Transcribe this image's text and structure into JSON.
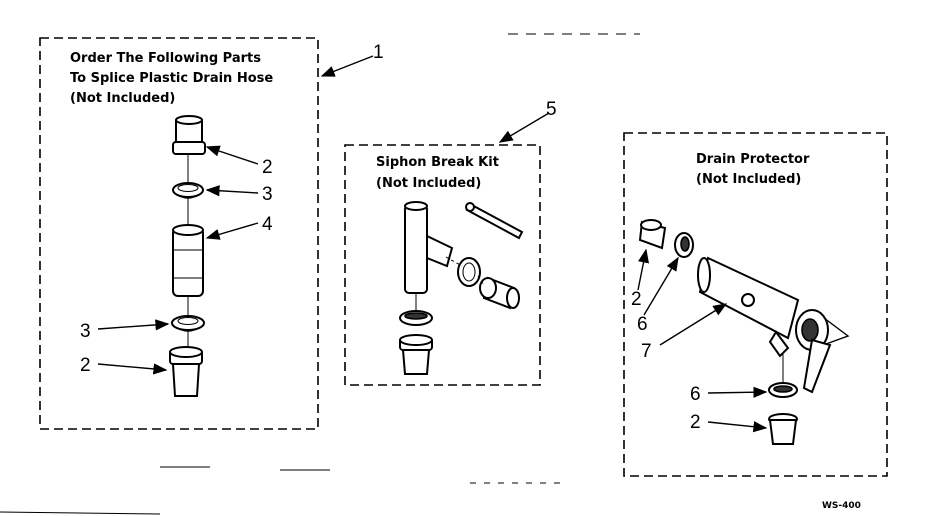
{
  "panels": {
    "splice": {
      "title_lines": [
        "Order The Following Parts",
        "To Splice Plastic Drain Hose",
        "(Not Included)"
      ],
      "callout": "1"
    },
    "siphon": {
      "title_lines": [
        "Siphon Break Kit",
        "(Not Included)"
      ],
      "callout": "5"
    },
    "drain": {
      "title_lines": [
        "Drain Protector",
        "(Not Included)"
      ]
    }
  },
  "labels": {
    "splice": [
      "2",
      "3",
      "4",
      "3",
      "2"
    ],
    "drain": [
      "2",
      "6",
      "7",
      "6",
      "2"
    ]
  },
  "diagram_code": "WS-400"
}
